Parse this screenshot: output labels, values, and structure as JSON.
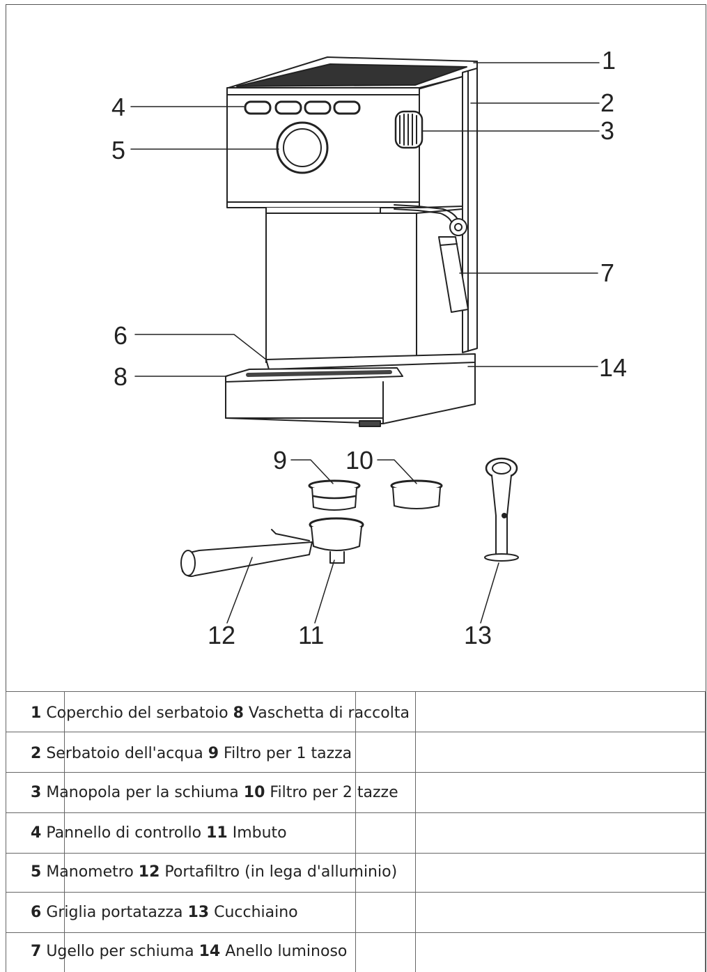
{
  "callouts": {
    "c1": "1",
    "c2": "2",
    "c3": "3",
    "c4": "4",
    "c5": "5",
    "c6": "6",
    "c7": "7",
    "c8": "8",
    "c9": "9",
    "c10": "10",
    "c11": "11",
    "c12": "12",
    "c13": "13",
    "c14": "14"
  },
  "legend": {
    "rows": [
      {
        "n1": "1",
        "t1": "Coperchio del serbatoio",
        "n2": "8",
        "t2": "Vaschetta di raccolta"
      },
      {
        "n1": "2",
        "t1": "Serbatoio dell'acqua",
        "n2": "9",
        "t2": "Filtro per 1 tazza"
      },
      {
        "n1": "3",
        "t1": "Manopola per la schiuma",
        "n2": "10",
        "t2": "Filtro per 2 tazze"
      },
      {
        "n1": "4",
        "t1": "Pannello di controllo ",
        "n2": "11",
        "t2": "Imbuto"
      },
      {
        "n1": "5",
        "t1": "Manometro",
        "n2": "12",
        "t2": "Portafiltro (in lega d'alluminio)"
      },
      {
        "n1": "6",
        "t1": "Griglia portatazza",
        "n2": "13",
        "t2": "Cucchiaino"
      },
      {
        "n1": "7",
        "t1": "Ugello per schiuma",
        "n2": "14",
        "t2": "Anello luminoso"
      }
    ]
  }
}
